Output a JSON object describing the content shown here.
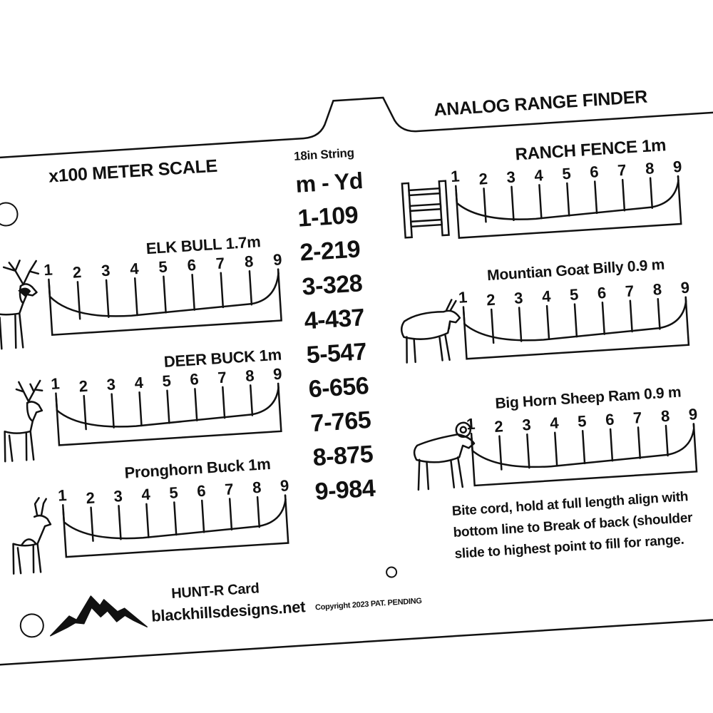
{
  "card": {
    "left_title": "x100 METER SCALE",
    "right_title": "ANALOG RANGE FINDER",
    "string_label": "18in String",
    "conversion_header": "m - Yd",
    "conversions": [
      "1-109",
      "2-219",
      "3-328",
      "4-437",
      "5-547",
      "6-656",
      "7-765",
      "8-875",
      "9-984"
    ],
    "ticks": [
      "1",
      "2",
      "3",
      "4",
      "5",
      "6",
      "7",
      "8",
      "9"
    ],
    "scales": {
      "elk": "ELK BULL 1.7m",
      "deer": "DEER BUCK 1m",
      "pronghorn": "Pronghorn Buck 1m",
      "fence": "RANCH FENCE 1m",
      "goat": "Mountian Goat Billy 0.9 m",
      "sheep": "Big Horn Sheep Ram 0.9 m"
    },
    "instructions": [
      "Bite cord, hold at full length align with",
      "bottom line to Break of back (shoulder",
      "slide to highest point to fill for range."
    ],
    "brand": "HUNT-R Card",
    "website": "blackhillsdesigns.net",
    "copyright": "Copyright 2023 PAT. PENDING"
  },
  "icons": [
    "elk-icon",
    "deer-icon",
    "pronghorn-icon",
    "fence-icon",
    "goat-icon",
    "sheep-icon",
    "mountain-logo-icon"
  ]
}
